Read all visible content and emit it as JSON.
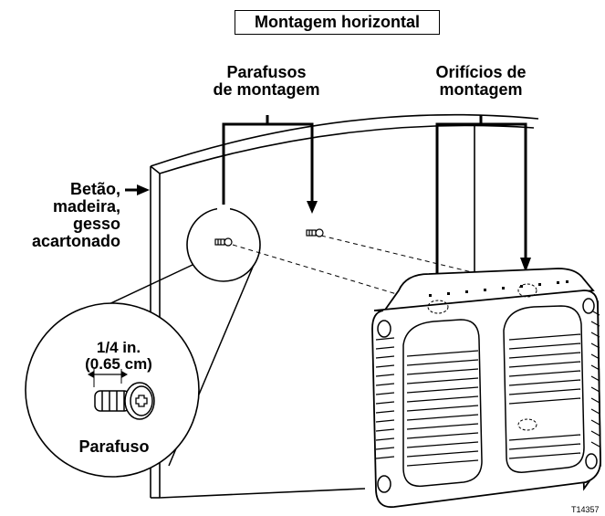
{
  "title": "Montagem horizontal",
  "labels": {
    "screws_line1": "Parafusos",
    "screws_line2": "de montagem",
    "holes_line1": "Orifícios de",
    "holes_line2": "montagem",
    "wall_line1": "Betão,",
    "wall_line2": "madeira,",
    "wall_line3": "gesso",
    "wall_line4": "acartonado",
    "dim_line1": "1/4 in.",
    "dim_line2": "(0.65 cm)",
    "screw": "Parafuso"
  },
  "reference": "T14357"
}
